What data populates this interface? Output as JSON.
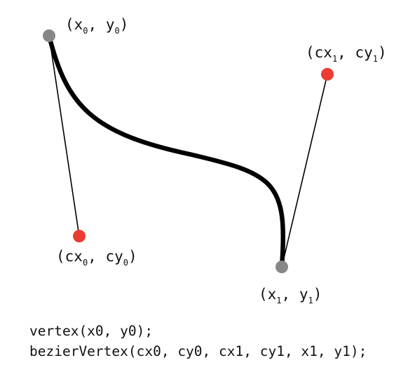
{
  "colors": {
    "anchor_point": "#878787",
    "control_point": "#ec3c32",
    "curve": "#000000",
    "text": "#111111"
  },
  "labels": {
    "p0": {
      "open": "(x",
      "sub1": "0",
      "mid": ", y",
      "sub2": "0",
      "close": ")"
    },
    "c1": {
      "open": "(cx",
      "sub1": "1",
      "mid": ", cy",
      "sub2": "1",
      "close": ")"
    },
    "c0": {
      "open": "(cx",
      "sub1": "0",
      "mid": ", cy",
      "sub2": "0",
      "close": ")"
    },
    "p1": {
      "open": "(x",
      "sub1": "1",
      "mid": ", y",
      "sub2": "1",
      "close": ")"
    }
  },
  "code": {
    "line1": "vertex(x0, y0);",
    "line2": "bezierVertex(cx0, cy0, cx1, cy1, x1, y1);"
  }
}
